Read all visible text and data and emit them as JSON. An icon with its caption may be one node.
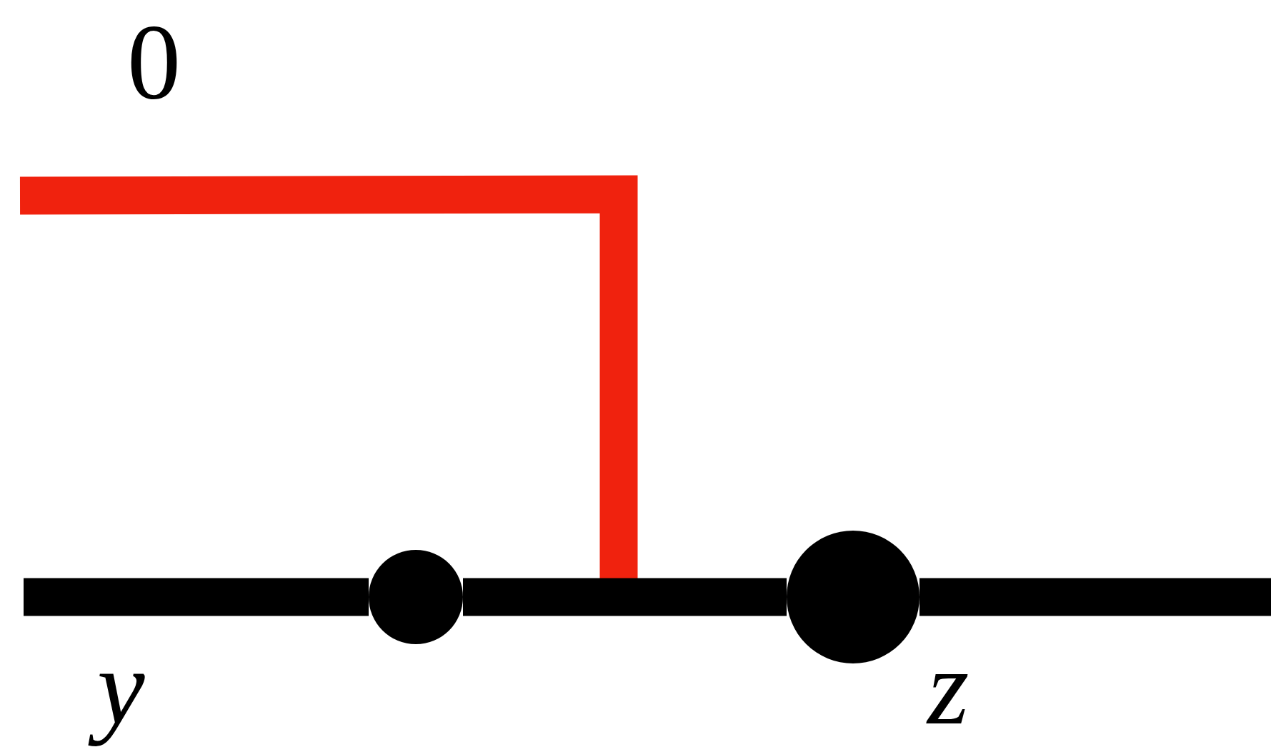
{
  "diagram": {
    "nodes": [
      {
        "text": [],
        "shape": "circle"
      },
      {
        "text": [],
        "shape": "circle"
      }
    ],
    "edges": [
      {
        "from": null,
        "to": 0,
        "arrow": "none"
      },
      {
        "from": 0,
        "to": 1,
        "arrow": "none"
      },
      {
        "from": 1,
        "to": null,
        "arrow": "none"
      }
    ],
    "labels": [
      "0",
      "y",
      "z"
    ]
  }
}
